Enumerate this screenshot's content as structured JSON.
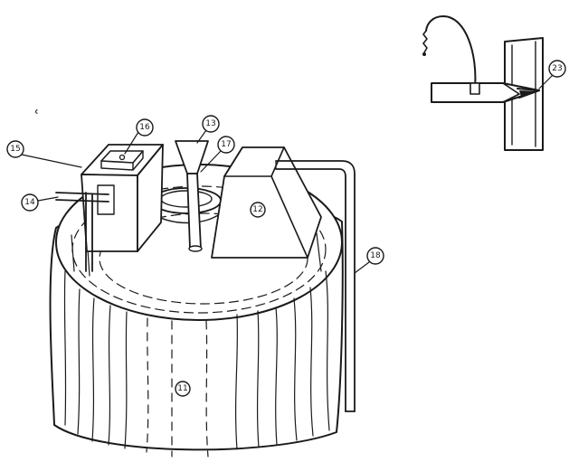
{
  "figure": {
    "background": "#ffffff",
    "ink_color": "#1a1a1a",
    "callouts": {
      "c11": "11",
      "c12": "12",
      "c13": "13",
      "c14": "14",
      "c15": "15",
      "c16": "16",
      "c17": "17",
      "c18": "18",
      "c23": "23"
    },
    "stray_mark": "ʿ"
  }
}
